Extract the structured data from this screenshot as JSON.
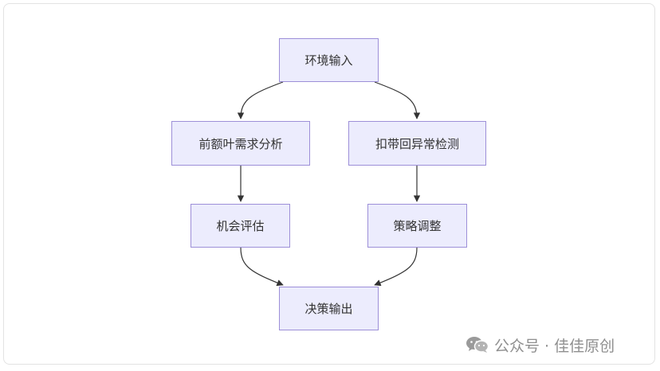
{
  "nodes": {
    "env": "环境输入",
    "pfc": "前额叶需求分析",
    "acc": "扣带回异常检测",
    "opp": "机会评估",
    "adj": "策略调整",
    "out": "决策输出"
  },
  "edges": [
    [
      "env",
      "pfc"
    ],
    [
      "env",
      "acc"
    ],
    [
      "pfc",
      "opp"
    ],
    [
      "acc",
      "adj"
    ],
    [
      "opp",
      "out"
    ],
    [
      "adj",
      "out"
    ]
  ],
  "watermark": {
    "text": "公众号 · 佳佳原创",
    "icon": "wechat-icon"
  },
  "colors": {
    "node_fill": "#ececfd",
    "node_border": "#9d8fd8",
    "edge": "#333333",
    "text": "#333333"
  }
}
